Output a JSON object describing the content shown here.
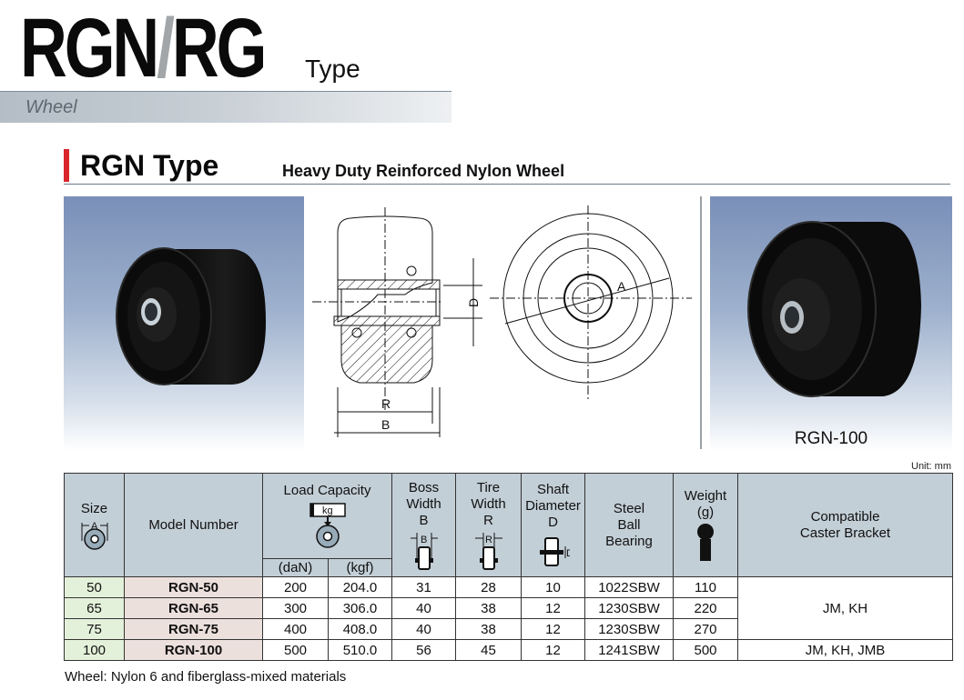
{
  "header": {
    "brand_part1": "RGN",
    "brand_slash": "/",
    "brand_part2": "RG",
    "brand_suffix": "Type",
    "category": "Wheel"
  },
  "section": {
    "title": "RGN Type",
    "subtitle": "Heavy Duty Reinforced Nylon Wheel",
    "accent_color": "#d8262b"
  },
  "images": {
    "left_photo": "wheel-photo",
    "drawing_labels": {
      "D": "D",
      "R": "R",
      "B": "B",
      "A": "A"
    },
    "right_photo_caption": "RGN-100"
  },
  "unit_label": "Unit: mm",
  "table": {
    "headers": {
      "size": "Size",
      "size_icon_label": "A",
      "model": "Model Number",
      "load": "Load Capacity",
      "load_icon_label": "kg",
      "load_dan": "(daN)",
      "load_kgf": "(kgf)",
      "boss_line1": "Boss",
      "boss_line2": "Width",
      "boss_line3": "B",
      "boss_icon_label": "B",
      "tire_line1": "Tire",
      "tire_line2": "Width",
      "tire_line3": "R",
      "tire_icon_label": "R",
      "shaft_line1": "Shaft",
      "shaft_line2": "Diameter",
      "shaft_line3": "D",
      "shaft_icon_label": "D",
      "bearing_line1": "Steel",
      "bearing_line2": "Ball",
      "bearing_line3": "Bearing",
      "weight_line1": "Weight",
      "weight_line2": "(g)",
      "bracket_line1": "Compatible",
      "bracket_line2": "Caster Bracket"
    },
    "rows": [
      {
        "size": "50",
        "model": "RGN-50",
        "dan": "200",
        "kgf": "204.0",
        "boss": "31",
        "tire": "28",
        "shaft": "10",
        "bearing": "1022SBW",
        "weight": "110"
      },
      {
        "size": "65",
        "model": "RGN-65",
        "dan": "300",
        "kgf": "306.0",
        "boss": "40",
        "tire": "38",
        "shaft": "12",
        "bearing": "1230SBW",
        "weight": "220"
      },
      {
        "size": "75",
        "model": "RGN-75",
        "dan": "400",
        "kgf": "408.0",
        "boss": "40",
        "tire": "38",
        "shaft": "12",
        "bearing": "1230SBW",
        "weight": "270"
      },
      {
        "size": "100",
        "model": "RGN-100",
        "dan": "500",
        "kgf": "510.0",
        "boss": "56",
        "tire": "45",
        "shaft": "12",
        "bearing": "1241SBW",
        "weight": "500"
      }
    ],
    "brackets": {
      "group_1_3": "JM, KH",
      "row_4": "JM, KH, JMB"
    }
  },
  "footnote": "Wheel: Nylon 6 and fiberglass-mixed materials"
}
